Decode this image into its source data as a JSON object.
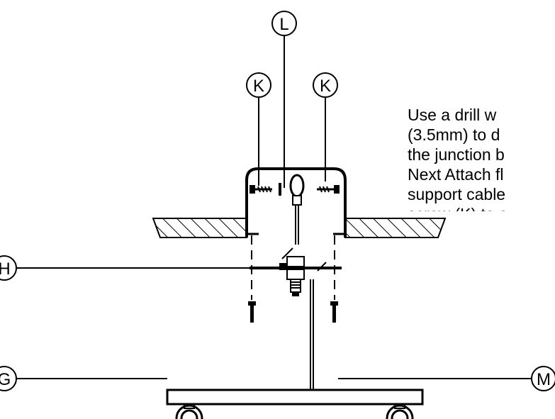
{
  "callouts": {
    "L": "L",
    "K_left": "K",
    "K_right": "K",
    "H": "H",
    "M": "M",
    "G": "G"
  },
  "instructions": {
    "lines": [
      " Use a drill w",
      "(3.5mm)  to d",
      "the  junction b",
      "Next Attach fl",
      "support cable",
      "screw (K) to s"
    ]
  }
}
